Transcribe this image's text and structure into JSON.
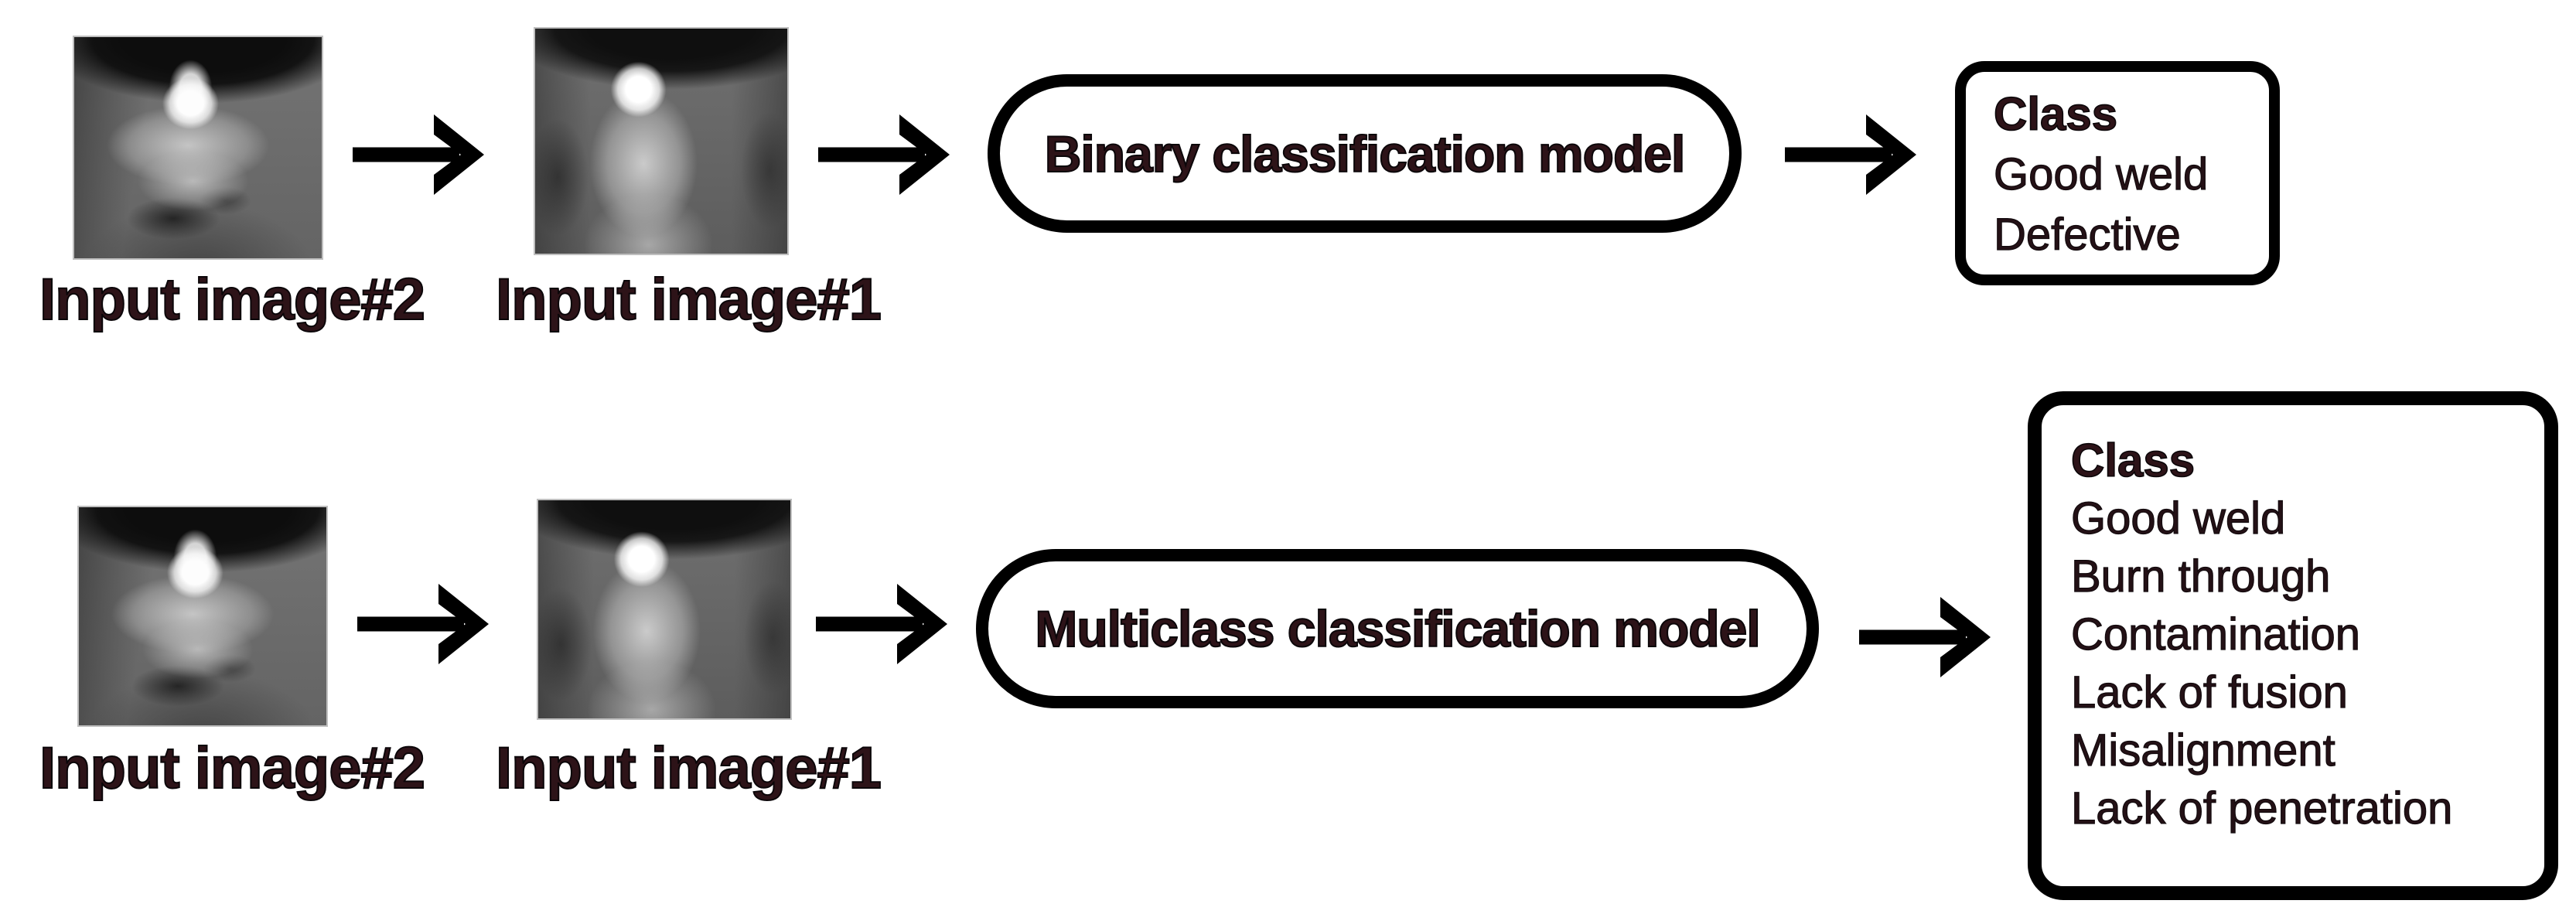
{
  "figure": {
    "background": "#ffffff",
    "text_color": "#2d1318",
    "outline_color": "#000000",
    "photo_style": "grayscale-weld-camera-frame"
  },
  "icons": {
    "arrow_right": "→"
  },
  "rows": [
    {
      "name": "binary-pipeline",
      "inputs": [
        {
          "label": "Input image#2",
          "image": "weld-pool-photo-defective"
        },
        {
          "label": "Input image#1",
          "image": "weld-pool-photo-smooth"
        }
      ],
      "model": {
        "label": "Binary classification model"
      },
      "output": {
        "heading": "Class",
        "classes": [
          "Good weld",
          "Defective"
        ]
      }
    },
    {
      "name": "multiclass-pipeline",
      "inputs": [
        {
          "label": "Input image#2",
          "image": "weld-pool-photo-defective"
        },
        {
          "label": "Input image#1",
          "image": "weld-pool-photo-smooth"
        }
      ],
      "model": {
        "label": "Multiclass classification model"
      },
      "output": {
        "heading": "Class",
        "classes": [
          "Good weld",
          "Burn through",
          "Contamination",
          "Lack of fusion",
          "Misalignment",
          "Lack of penetration"
        ]
      }
    }
  ]
}
